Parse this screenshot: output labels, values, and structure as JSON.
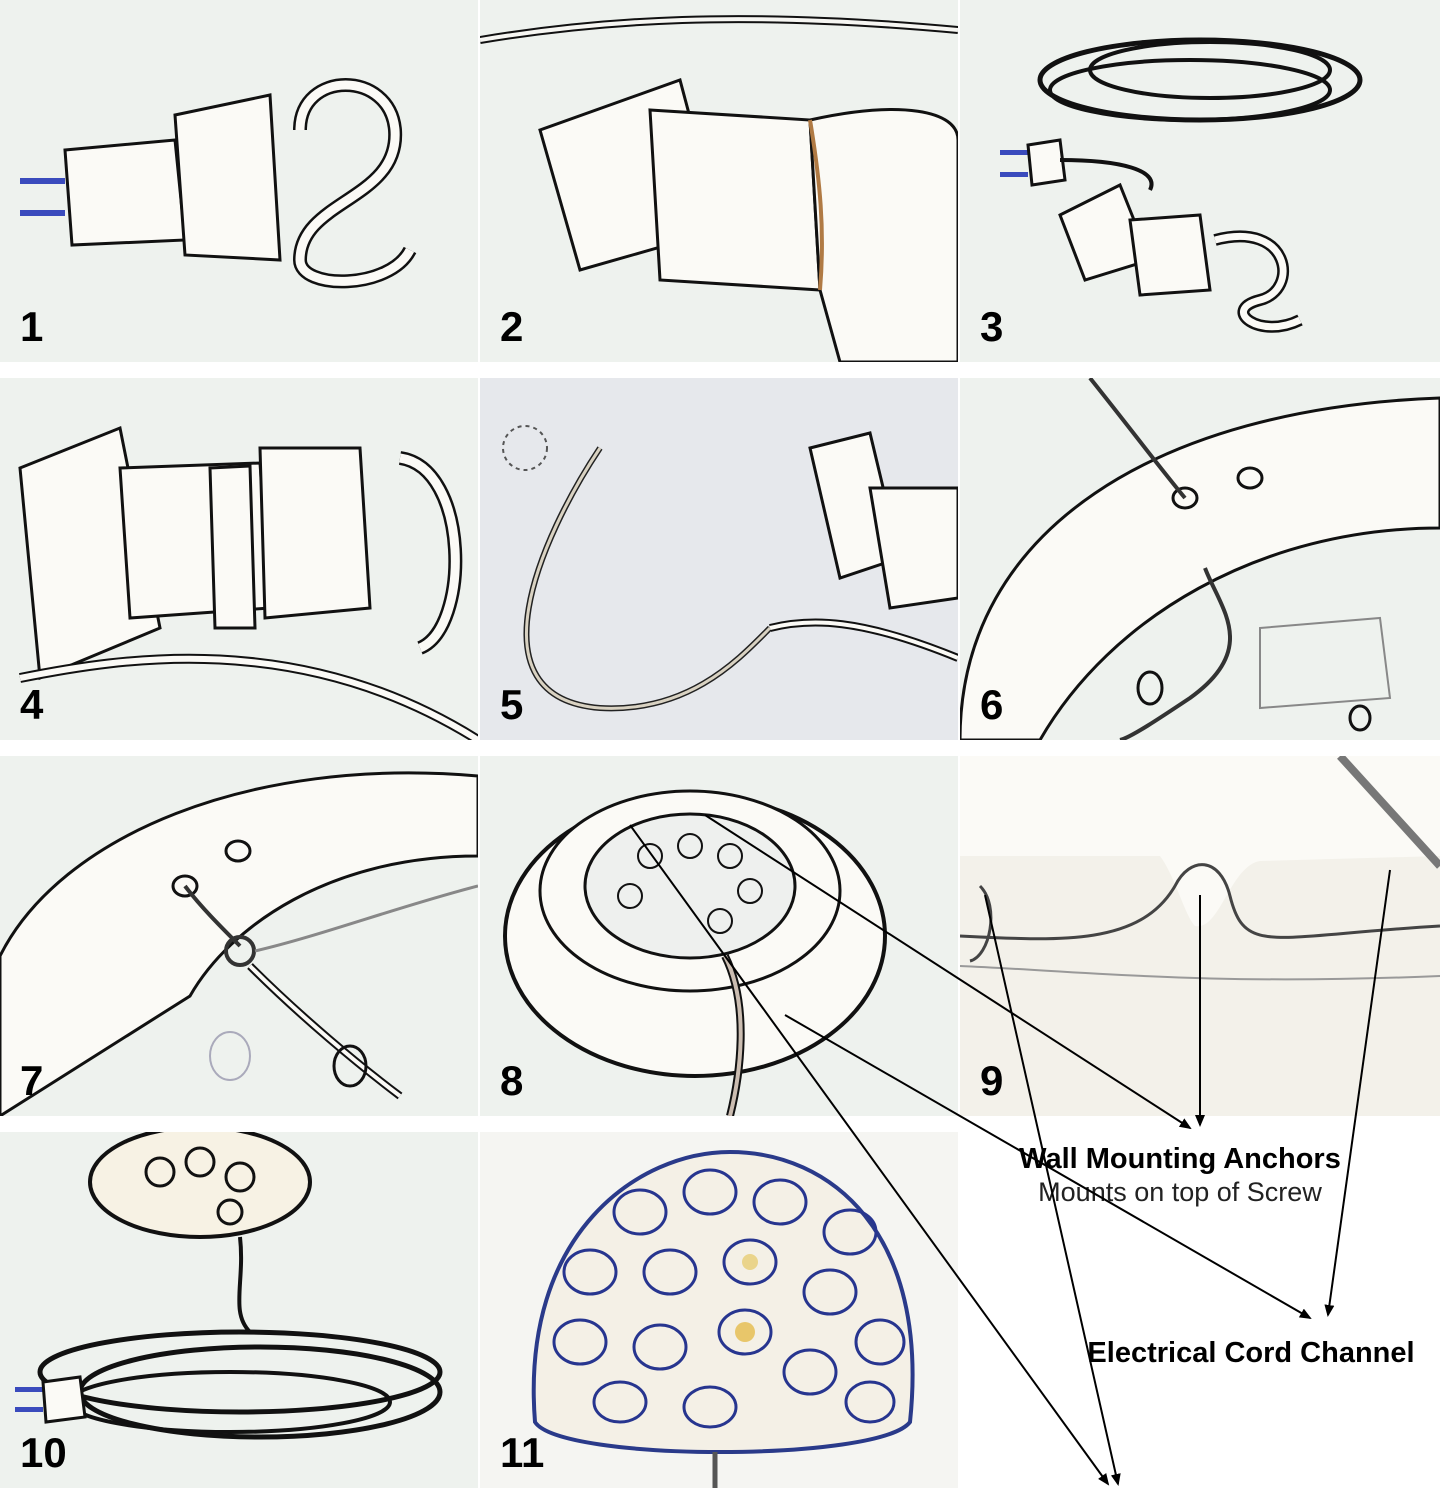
{
  "panels": [
    {
      "number": "1"
    },
    {
      "number": "2"
    },
    {
      "number": "3"
    },
    {
      "number": "4"
    },
    {
      "number": "5"
    },
    {
      "number": "6"
    },
    {
      "number": "7"
    },
    {
      "number": "8"
    },
    {
      "number": "9"
    },
    {
      "number": "10"
    },
    {
      "number": "11"
    }
  ],
  "callouts": {
    "anchors_title": "Wall Mounting Anchors",
    "anchors_sub": "Mounts on top of Screw",
    "channel_title": "Electrical Cord Channel"
  },
  "colors": {
    "line": "#000000",
    "background": "#eef1ee",
    "outline": "#1a1a1a"
  }
}
